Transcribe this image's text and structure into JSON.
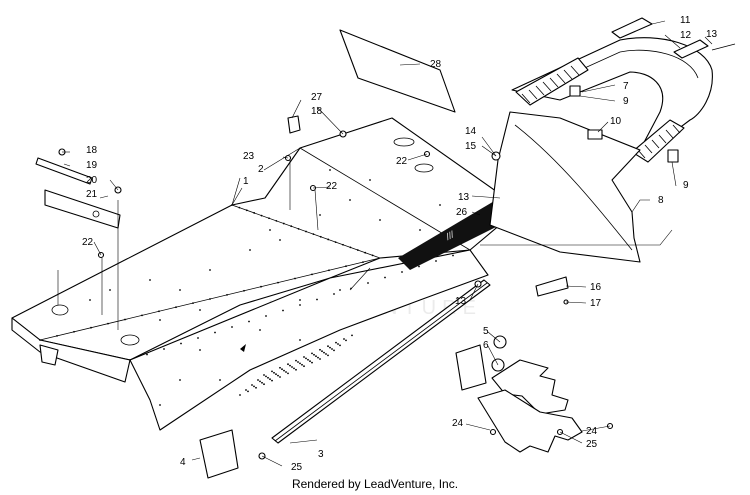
{
  "diagram": {
    "callouts": [
      "1",
      "2",
      "3",
      "4",
      "5",
      "6",
      "7",
      "8",
      "9",
      "9",
      "10",
      "11",
      "12",
      "13",
      "13",
      "13",
      "14",
      "15",
      "16",
      "17",
      "18",
      "18",
      "19",
      "20",
      "21",
      "22",
      "22",
      "22",
      "23",
      "24",
      "24",
      "25",
      "25",
      "26",
      "27",
      "28"
    ],
    "watermark": "LEADVENTURE"
  },
  "footer": {
    "text": "Rendered by LeadVenture, Inc."
  }
}
